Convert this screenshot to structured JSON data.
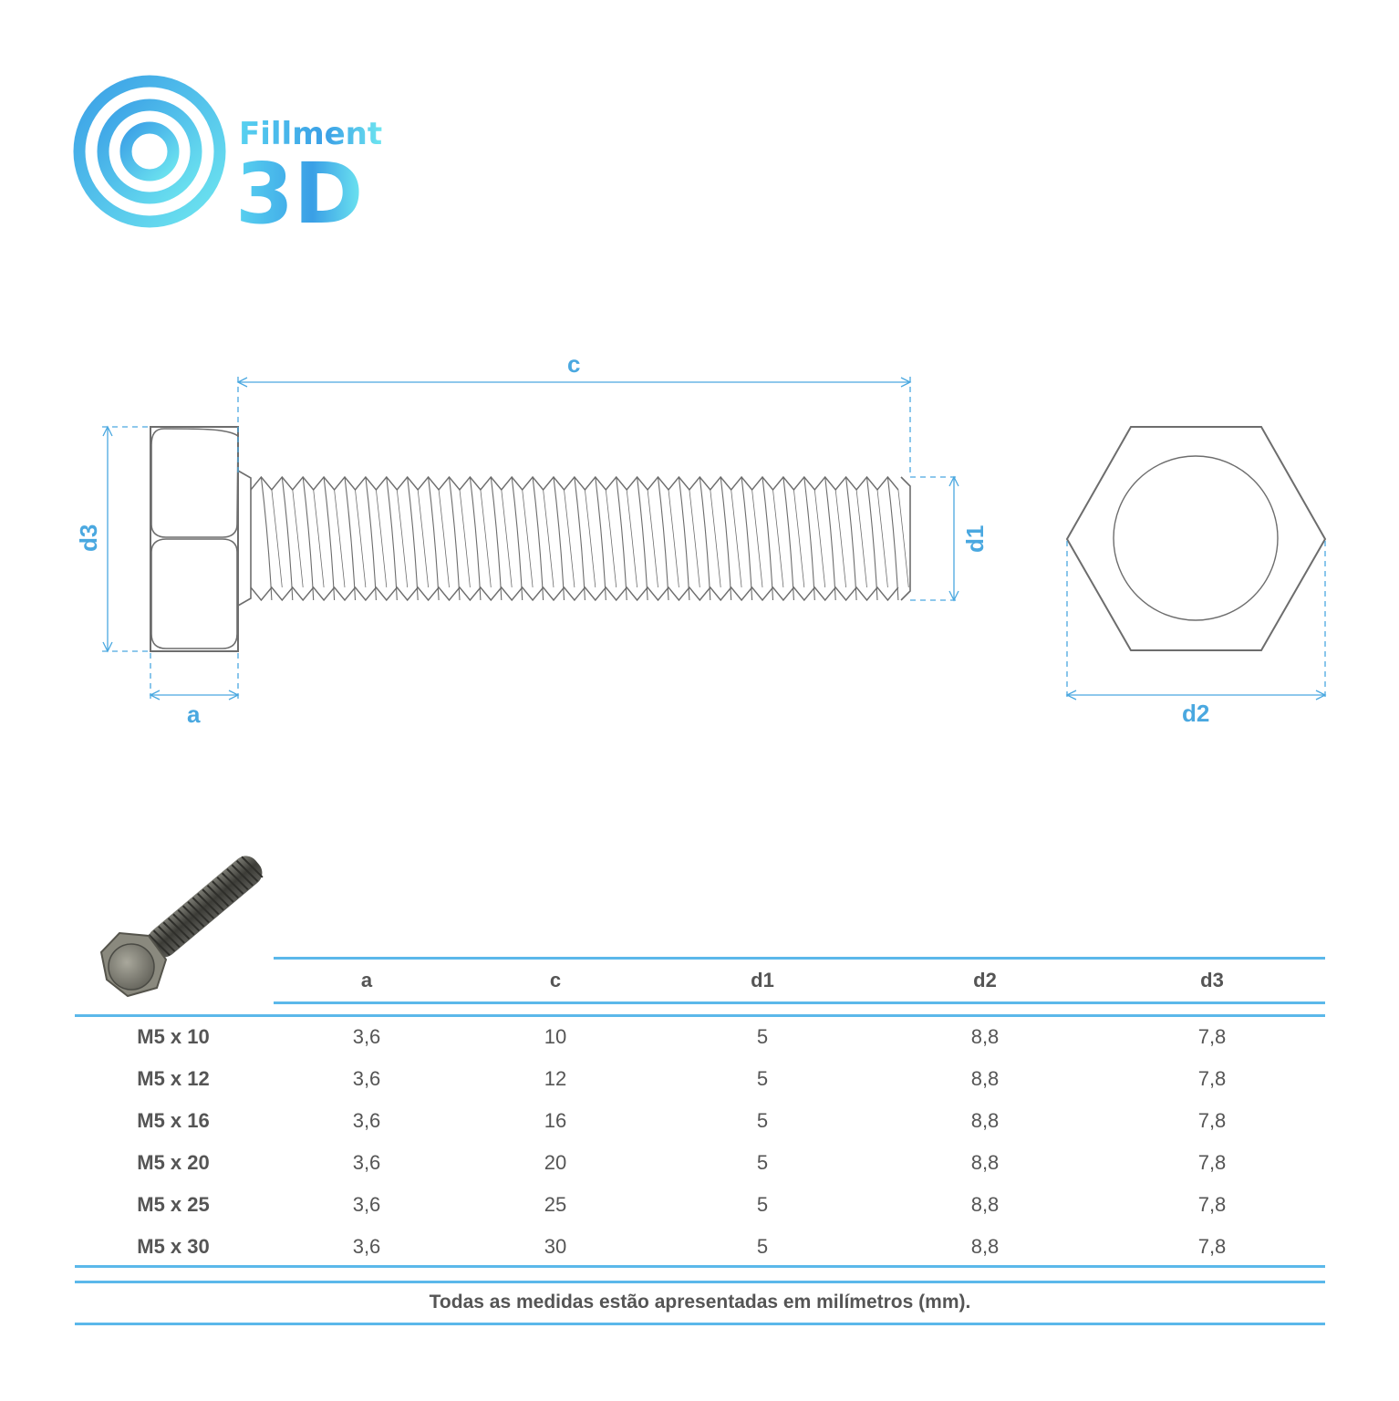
{
  "brand": {
    "name_top": "Fillment",
    "name_bottom": "3D"
  },
  "drawing": {
    "labels": {
      "c": "c",
      "d3": "d3",
      "d1": "d1",
      "a": "a",
      "d2": "d2"
    }
  },
  "colors": {
    "dimension": "#4aa8e0",
    "line": "#6d6d6d",
    "logo_light": "#6ee6f0",
    "logo_dark": "#3a9fe6"
  },
  "table": {
    "headers": [
      "a",
      "c",
      "d1",
      "d2",
      "d3"
    ],
    "rows": [
      {
        "label": "M5 x 10",
        "values": [
          "3,6",
          "10",
          "5",
          "8,8",
          "7,8"
        ]
      },
      {
        "label": "M5 x 12",
        "values": [
          "3,6",
          "12",
          "5",
          "8,8",
          "7,8"
        ]
      },
      {
        "label": "M5 x 16",
        "values": [
          "3,6",
          "16",
          "5",
          "8,8",
          "7,8"
        ]
      },
      {
        "label": "M5 x 20",
        "values": [
          "3,6",
          "20",
          "5",
          "8,8",
          "7,8"
        ]
      },
      {
        "label": "M5 x 25",
        "values": [
          "3,6",
          "25",
          "5",
          "8,8",
          "7,8"
        ]
      },
      {
        "label": "M5 x 30",
        "values": [
          "3,6",
          "30",
          "5",
          "8,8",
          "7,8"
        ]
      }
    ],
    "footnote": "Todas as medidas estão apresentadas em milímetros (mm)."
  }
}
